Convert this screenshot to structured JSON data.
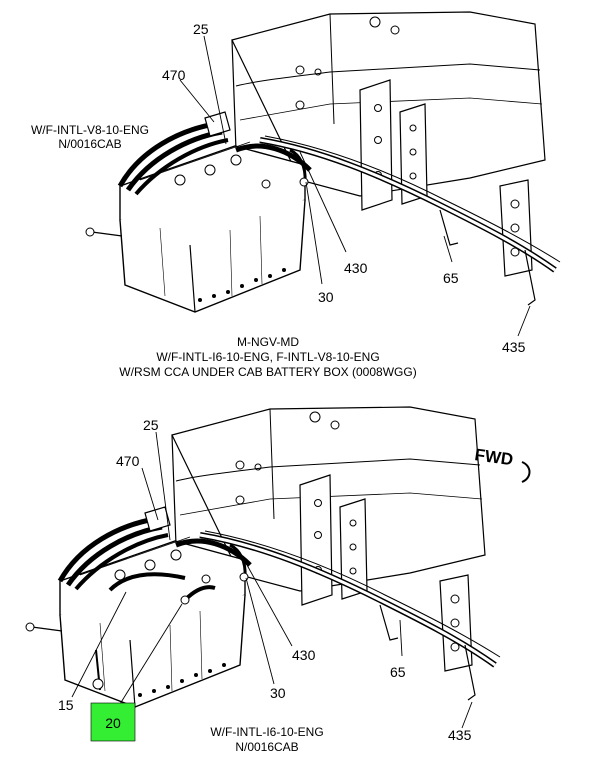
{
  "colors": {
    "background": "#ffffff",
    "line": "#000000",
    "highlight": "#33ee33"
  },
  "top_view": {
    "callouts": {
      "c25": "25",
      "c470": "470",
      "c430": "430",
      "c30": "30",
      "c65": "65",
      "c435": "435"
    },
    "caption_left": [
      "W/F-INTL-V8-10-ENG",
      "N/0016CAB"
    ],
    "caption_bottom": [
      "M-NGV-MD",
      "W/F-INTL-I6-10-ENG, F-INTL-V8-10-ENG",
      "W/RSM CCA UNDER CAB BATTERY BOX (0008WGG)"
    ]
  },
  "bottom_view": {
    "callouts": {
      "c25": "25",
      "c470": "470",
      "c430": "430",
      "c30": "30",
      "c65": "65",
      "c435": "435",
      "c15": "15",
      "c20": "20"
    },
    "highlighted_callout": "20",
    "direction_label": "FWD",
    "caption_bottom": [
      "W/F-INTL-I6-10-ENG",
      "N/0016CAB"
    ]
  }
}
